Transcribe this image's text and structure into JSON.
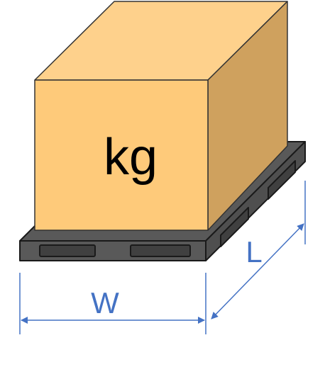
{
  "box": {
    "label": "kg",
    "colors": {
      "front": "#FECA7A",
      "top": "#FED18C",
      "side": "#CFA15E",
      "outline": "#333333"
    }
  },
  "pallet": {
    "colors": {
      "front": "#595959",
      "top": "#595959",
      "side": "#4F4F4F",
      "slot": "#404040",
      "outline": "#1a1a1a"
    }
  },
  "dimensions": {
    "width_label": "W",
    "length_label": "L",
    "color": "#4472C4"
  }
}
